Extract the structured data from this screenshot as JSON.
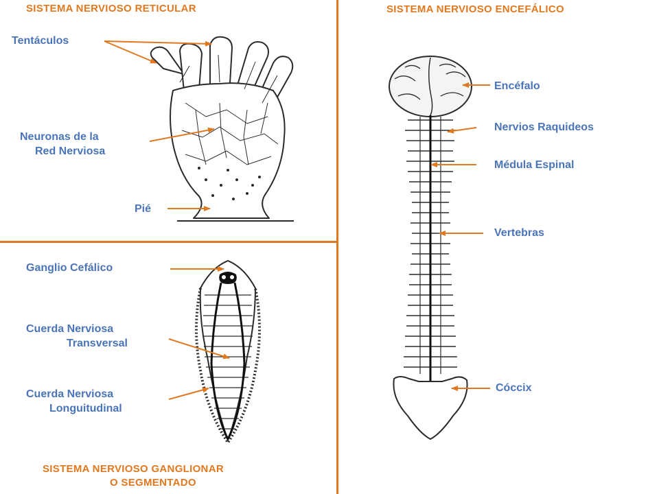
{
  "panels": {
    "reticular": {
      "title": "SISTEMA NERVIOSO RETICULAR",
      "labels": {
        "tentaculos": "Tentáculos",
        "neuronas_line1": "Neuronas de la",
        "neuronas_line2": "Red Nerviosa",
        "pie": "Pié"
      }
    },
    "ganglionar": {
      "title_line1": "SISTEMA NERVIOSO GANGLIONAR",
      "title_line2": "O SEGMENTADO",
      "labels": {
        "ganglio": "Ganglio Cefálico",
        "transversal_line1": "Cuerda Nerviosa",
        "transversal_line2": "Transversal",
        "longitudinal_line1": "Cuerda Nerviosa",
        "longitudinal_line2": "Longuitudinal"
      }
    },
    "encefalico": {
      "title": "SISTEMA NERVIOSO ENCEFÁLICO",
      "labels": {
        "encefalo": "Encéfalo",
        "nervios": "Nervios Raquideos",
        "medula": "Médula Espinal",
        "vertebras": "Vertebras",
        "coccix": "Cóccix"
      }
    }
  },
  "colors": {
    "title": "#e07820",
    "label": "#4a74b8",
    "arrow": "#e07820",
    "divider": "#e07820",
    "drawing": "#2a2a2a"
  }
}
